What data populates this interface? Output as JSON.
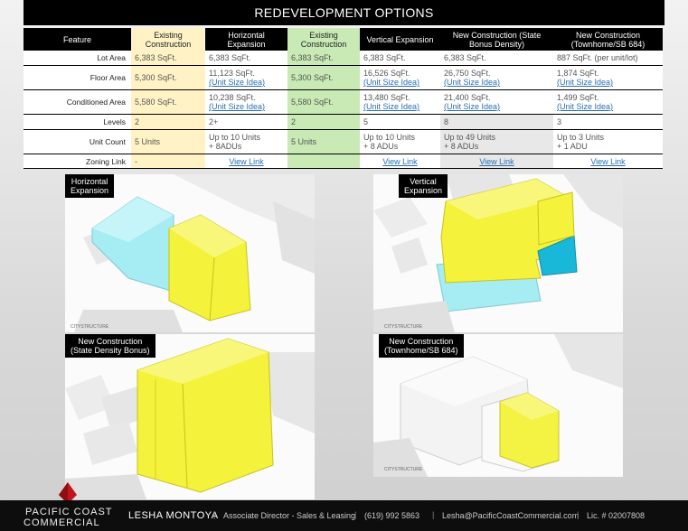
{
  "title": "REDEVELOPMENT OPTIONS",
  "table": {
    "headers": [
      "Feature",
      "Existing Construction",
      "Horizontal Expansion",
      "Existing Construction",
      "Vertical Expansion",
      "New Construction (State Bonus Density)",
      "New Construction (Townhome/SB 684)"
    ],
    "rows": [
      {
        "label": "Lot Area",
        "cells": [
          "6,383 SqFt.",
          "6,383 SqFt.",
          "6,383 SqFt.",
          "6,383 SqFt.",
          "6,383 SqFt.",
          "887 SqFt. (per unit/lot)"
        ]
      },
      {
        "label": "Floor Area",
        "cells": [
          "5,300 SqFt.",
          "11,123 SqFt.",
          "5,300 SqFt.",
          "16,526 SqFt.",
          "26,750 SqFt.",
          "1,874 SqFt."
        ],
        "links": [
          "",
          "(Unit Size Idea)",
          "",
          "(Unit Size Idea)",
          "(Unit Size Idea)",
          "(Unit Size Idea)"
        ]
      },
      {
        "label": "Conditioned Area",
        "cells": [
          "5,580 SqFt.",
          "10,238 SqFt.",
          "5,580 SqFt.",
          "13,480 SqFt.",
          "21,400 SqFt.",
          "1,499 SqFt."
        ],
        "links": [
          "",
          "(Unit Size Idea)",
          "",
          "(Unit Size Idea)",
          "(Unit Size Idea)",
          "(Unit Size Idea)"
        ]
      },
      {
        "label": "Levels",
        "cells": [
          "2",
          "2+",
          "2",
          "5",
          "8",
          "3"
        ]
      },
      {
        "label": "Unit Count",
        "cells": [
          "5 Units",
          "Up to 10 Units",
          "5 Units",
          "Up to 10 Units",
          "Up to 49 Units",
          "Up to 3 Units"
        ],
        "sub": [
          "",
          "+ 8ADUs",
          "",
          "+ 8 ADUs",
          "+ 8 ADUs",
          "+ 1 ADU"
        ]
      },
      {
        "label": "Zoning Link",
        "cells": [
          "-",
          "",
          "",
          "",
          "",
          ""
        ],
        "links": [
          "",
          "View Link",
          "",
          "View Link",
          "View Link",
          "View Link"
        ]
      }
    ]
  },
  "panels": {
    "p1": {
      "tag_line1": "Horizontal",
      "tag_line2": "Expansion"
    },
    "p2": {
      "tag_line1": "Vertical",
      "tag_line2": "Expansion"
    },
    "p3": {
      "tag_line1": "New Construction",
      "tag_line2": "(State Density Bonus)"
    },
    "p4": {
      "tag_line1": "New Construction",
      "tag_line2": "(Townhome/SB 684)"
    },
    "cs_logo": "CITYSTRUCTURE"
  },
  "footer": {
    "brand_line1": "PACIFIC COAST",
    "brand_line2": "COMMERCIAL",
    "name": "LESHA MONTOYA",
    "role": "Associate Director - Sales & Leasing",
    "phone": "(619) 992 5863",
    "email": "Lesha@PacificCoastCommercial.com",
    "license": "Lic. # 02007808"
  },
  "colors": {
    "accent_yellow": "#f4f23a",
    "accent_cyan": "#a6ecf3",
    "header_black": "#000000",
    "brand_red": "#c0161b"
  }
}
